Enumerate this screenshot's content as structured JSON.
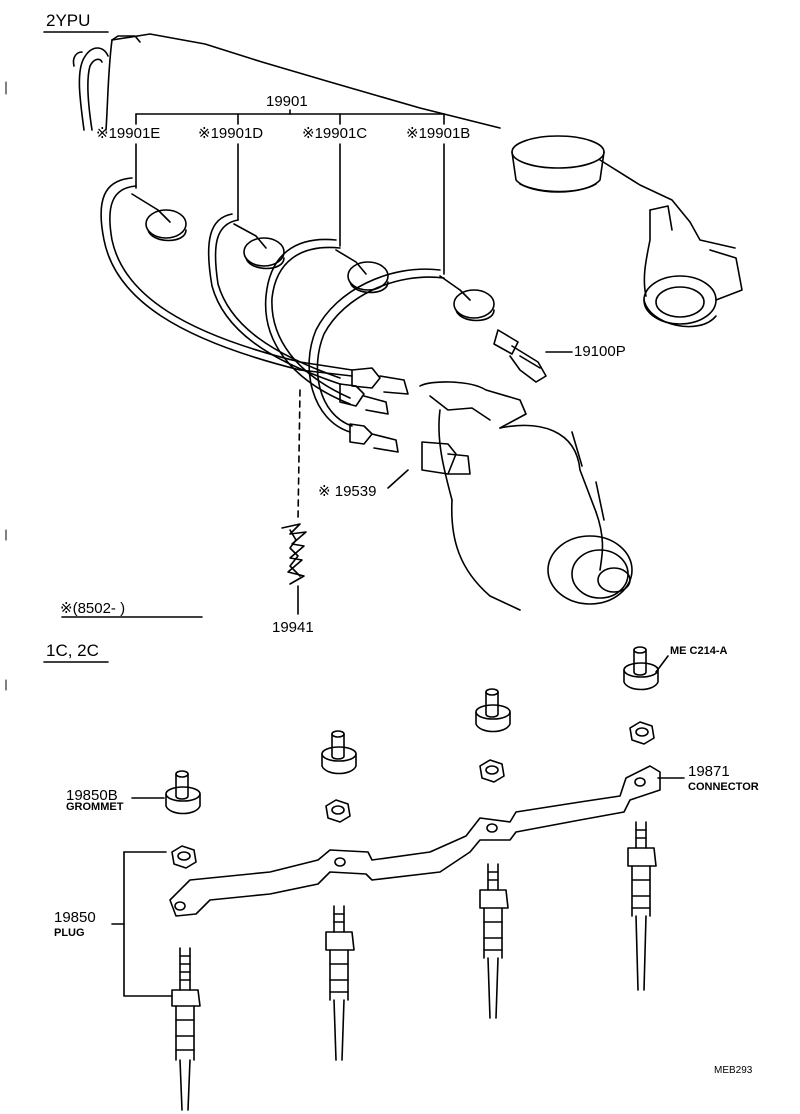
{
  "sections": {
    "top": "2YPU",
    "bottom": "1C, 2C"
  },
  "labels": {
    "set": "19901",
    "wire_e": "※19901E",
    "wire_d": "※19901D",
    "wire_c": "※19901C",
    "wire_b": "※19901B",
    "plug_ep": "19100P",
    "coil": "※ 19539",
    "clamp": "19941",
    "footnote": "※(8502-      )",
    "nut_ref": "ME C214-A",
    "connector_no": "19871",
    "connector_txt": "CONNECTOR",
    "grommet_no": "19850B",
    "grommet_txt": "GROMMET",
    "plug_no": "19850",
    "plug_txt": "PLUG",
    "code": "MEB293"
  }
}
